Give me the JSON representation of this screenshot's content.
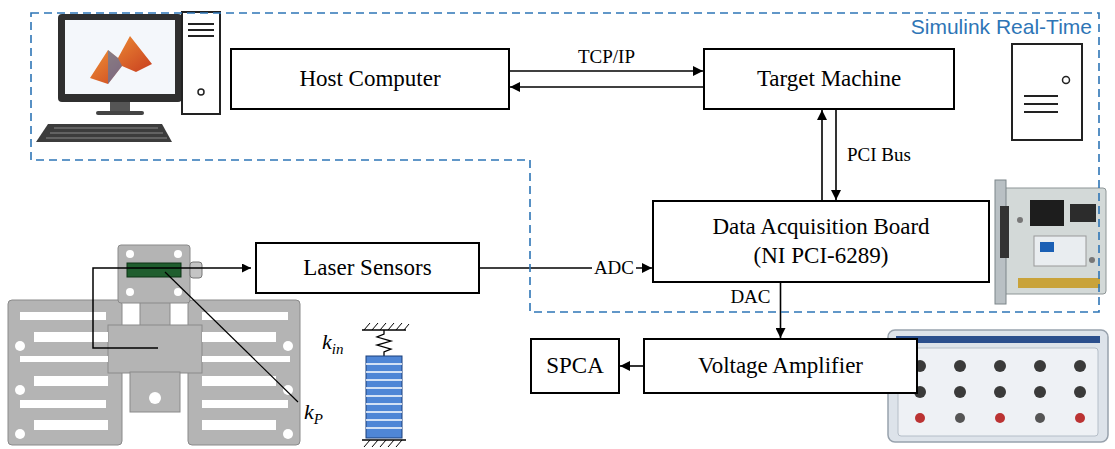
{
  "diagram": {
    "nodes": [
      {
        "text": [
          "Simulink Real-Time"
        ]
      },
      {
        "text": [
          "Host Computer"
        ],
        "in": 0
      },
      {
        "text": [
          "Target Machine"
        ],
        "in": 0
      },
      {
        "text": [
          "Data Acquisition Board",
          "(NI PCI-6289)"
        ],
        "in": 0
      },
      {
        "text": [
          "Laser Sensors"
        ]
      },
      {
        "text": [
          "SPCA"
        ]
      },
      {
        "text": [
          "Voltage Amplifier"
        ]
      }
    ],
    "edges": [
      {
        "from": 1,
        "to": 2,
        "label": "TCP/IP",
        "arrow": "to"
      },
      {
        "from": 2,
        "to": 1,
        "arrow": "to"
      },
      {
        "from": 3,
        "to": 2,
        "arrow": "to"
      },
      {
        "from": 2,
        "to": 3,
        "label": "PCI Bus",
        "arrow": "to"
      },
      {
        "from": 4,
        "to": 3,
        "label": "ADC",
        "arrow": "to"
      },
      {
        "from": 3,
        "to": 6,
        "label": "DAC",
        "arrow": "to"
      },
      {
        "from": 6,
        "to": 5,
        "arrow": "to"
      }
    ],
    "labels": [
      "kin",
      "kP"
    ]
  }
}
